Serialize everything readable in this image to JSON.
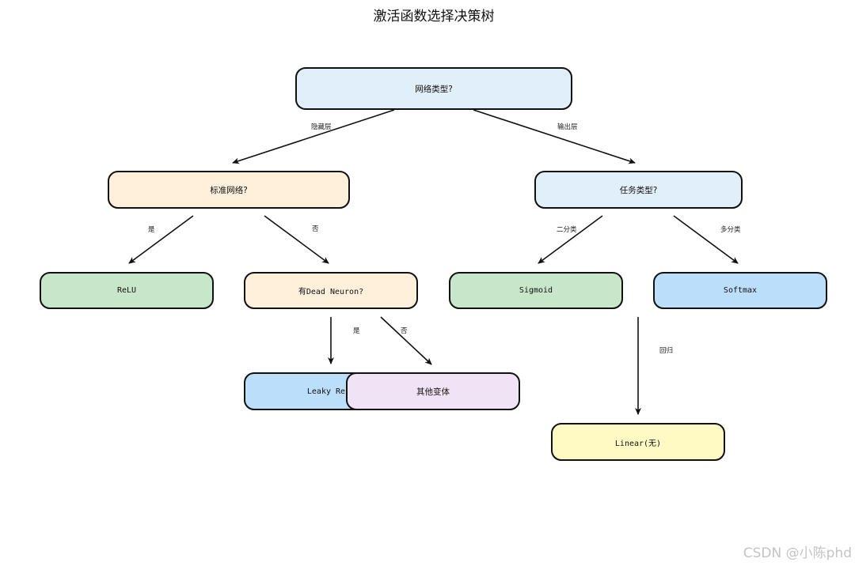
{
  "title": "激活函数选择决策树",
  "colors": {
    "decision_blue": "#e1effb",
    "decision_orange": "#fff0dc",
    "leaf_green": "#c8e6c9",
    "leaf_blue": "#bbdefb",
    "leaf_purple": "#f1e3f6",
    "leaf_yellow": "#fff9c4",
    "stroke": "#111111"
  },
  "nodes": {
    "root": "网络类型?",
    "standard": "标准网络?",
    "task": "任务类型?",
    "relu": "ReLU",
    "dead": "有Dead Neuron?",
    "sigmoid": "Sigmoid",
    "softmax": "Softmax",
    "leaky": "Leaky ReLU",
    "other": "其他变体",
    "linear": "Linear(无)"
  },
  "edges": {
    "hidden": "隐藏层",
    "output": "输出层",
    "yes1": "是",
    "no1": "否",
    "binary": "二分类",
    "multi": "多分类",
    "yes2": "是",
    "no2": "否",
    "regression": "回归"
  },
  "watermark": "CSDN @小陈phd"
}
